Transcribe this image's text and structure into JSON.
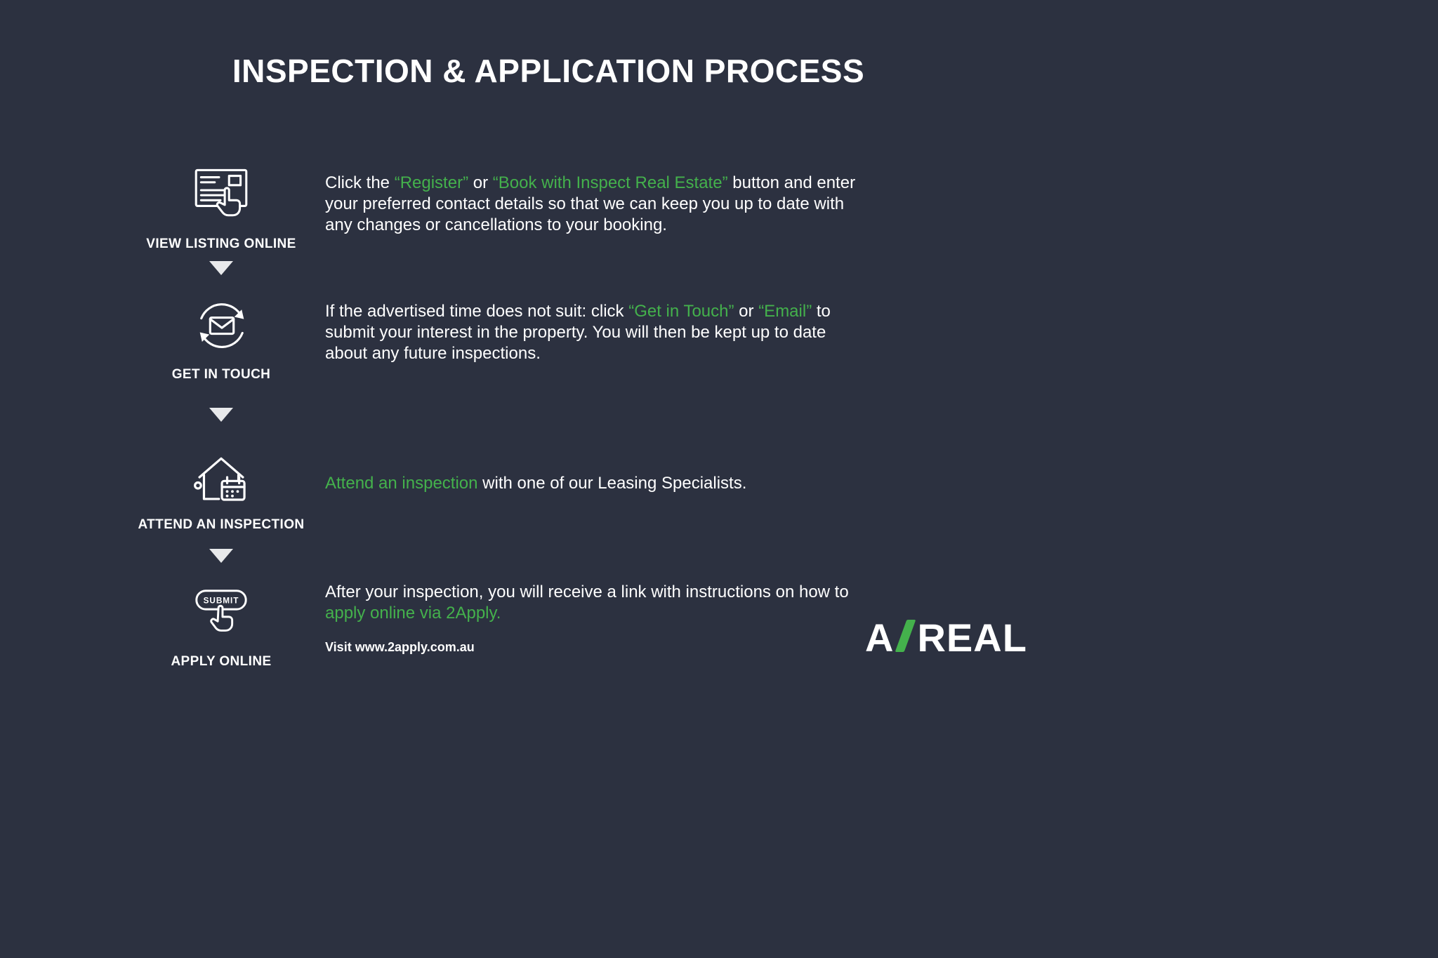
{
  "page": {
    "title": "INSPECTION & APPLICATION PROCESS",
    "background_color": "#2c3140",
    "accent_green": "#44b14c"
  },
  "steps": [
    {
      "label": "VIEW LISTING ONLINE",
      "icon": "listing-cursor-icon",
      "segments": [
        {
          "text": "Click the "
        },
        {
          "text": "“Register”",
          "green": true
        },
        {
          "text": " or "
        },
        {
          "text": "“Book with Inspect Real Estate”",
          "green": true
        },
        {
          "text": " button and enter your preferred contact details so that we can keep you up to date with any changes or cancellations to your booking."
        }
      ]
    },
    {
      "label": "GET IN TOUCH",
      "icon": "envelope-refresh-icon",
      "segments": [
        {
          "text": "If the advertised time does not suit: click "
        },
        {
          "text": "“Get in Touch”",
          "green": true
        },
        {
          "text": " or "
        },
        {
          "text": "“Email”",
          "green": true
        },
        {
          "text": " to submit your interest in the property. You will then be kept up to date about any future inspections."
        }
      ]
    },
    {
      "label": "ATTEND AN INSPECTION",
      "icon": "house-calendar-icon",
      "segments": [
        {
          "text": "Attend an inspection",
          "green": true
        },
        {
          "text": " with one of our Leasing Specialists."
        }
      ]
    },
    {
      "label": "APPLY ONLINE",
      "icon": "submit-cursor-icon",
      "icon_text": "SUBMIT",
      "segments": [
        {
          "text": "After your inspection, you will receive a link with instructions on how to "
        },
        {
          "text": "apply online via 2Apply.",
          "green": true
        }
      ],
      "note": "Visit www.2apply.com.au"
    }
  ],
  "logo": {
    "left": "A",
    "right": "REAL"
  }
}
